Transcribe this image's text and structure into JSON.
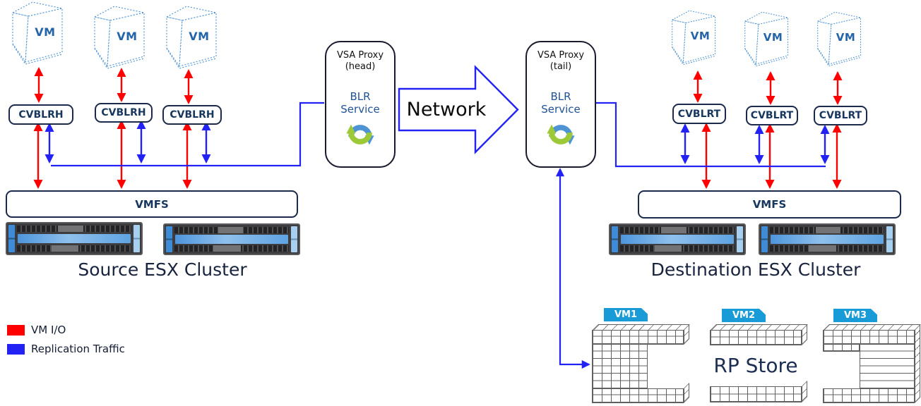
{
  "diagram": {
    "source": {
      "title": "Source ESX Cluster",
      "vm": "VM",
      "agent": "CVBLRH",
      "vmfs": "VMFS"
    },
    "destination": {
      "title": "Destination ESX Cluster",
      "vm": "VM",
      "agent": "CVBLRT",
      "vmfs": "VMFS"
    },
    "head_proxy": {
      "title": "VSA Proxy",
      "subtitle": "(head)",
      "service": "BLR Service"
    },
    "tail_proxy": {
      "title": "VSA Proxy",
      "subtitle": "(tail)",
      "service": "BLR Service"
    },
    "network": {
      "label": "Network"
    },
    "rp_store": {
      "label": "RP Store",
      "volumes": [
        "VM1",
        "VM2",
        "VM3"
      ]
    },
    "legend": [
      {
        "label": "VM I/O",
        "color": "#FF0000"
      },
      {
        "label": "Replication Traffic",
        "color": "#2222F5"
      }
    ],
    "colors": {
      "vm_io": "#FF0000",
      "replication": "#2222F5",
      "volume_tab": "#189BD7",
      "navy_text": "#17375E"
    }
  }
}
